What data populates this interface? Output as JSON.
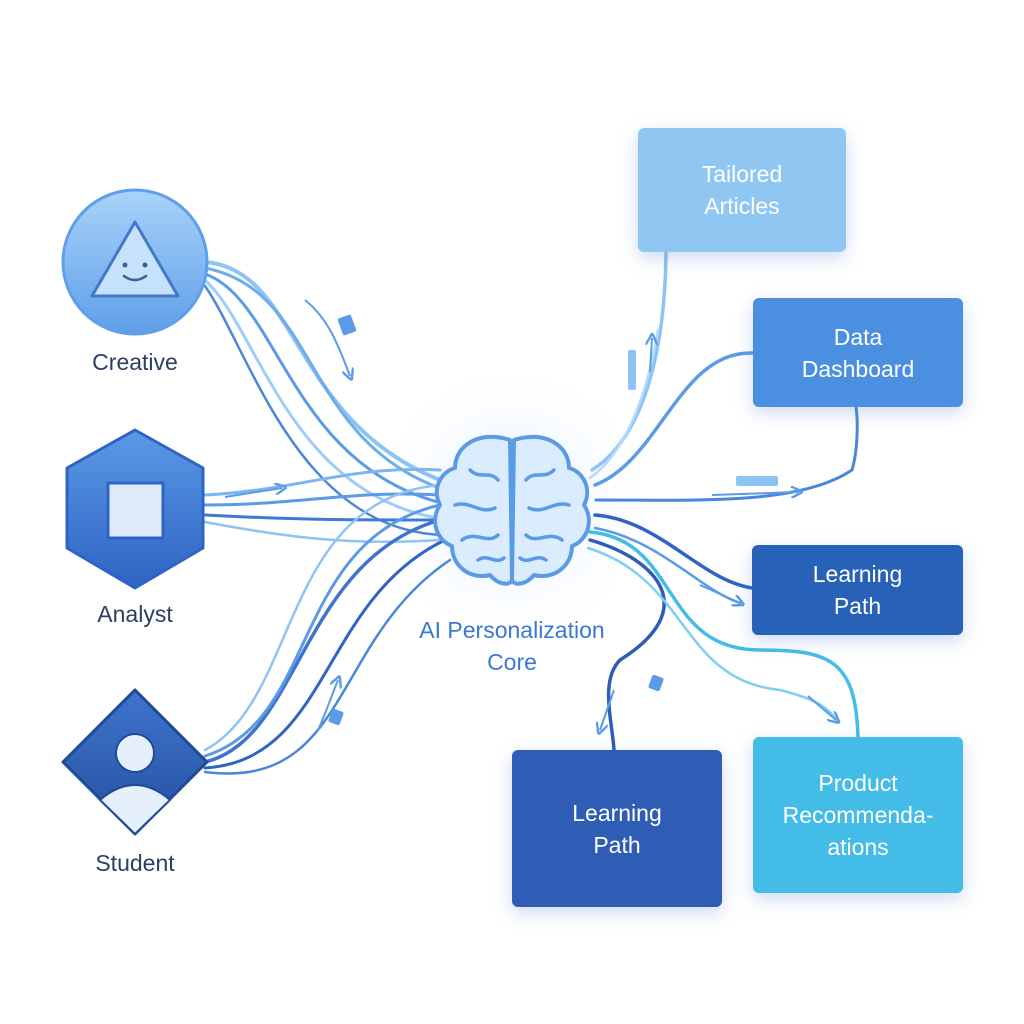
{
  "personas": [
    {
      "label": "Creative",
      "icon": "smiling-triangle-icon"
    },
    {
      "label": "Analyst",
      "icon": "square-icon"
    },
    {
      "label": "Student",
      "icon": "user-silhouette-icon"
    }
  ],
  "core": {
    "label_line1": "AI Personalization",
    "label_line2": "Core",
    "icon": "brain-icon"
  },
  "outputs": [
    {
      "line1": "Tailored",
      "line2": "Articles",
      "line3": "",
      "color": "#8fc6f2",
      "text_color": "#ffffff"
    },
    {
      "line1": "Data",
      "line2": "Dashboard",
      "line3": "",
      "color": "#4a8fe0",
      "text_color": "#ffffff"
    },
    {
      "line1": "Learning",
      "line2": "Path",
      "line3": "",
      "color": "#2862b8",
      "text_color": "#ffffff"
    },
    {
      "line1": "Learning",
      "line2": "Path",
      "line3": "",
      "color": "#2f5cb4",
      "text_color": "#ffffff"
    },
    {
      "line1": "Product",
      "line2": "Recommenda-",
      "line3": "ations",
      "color": "#43bde8",
      "text_color": "#ffffff"
    }
  ],
  "colors": {
    "flow_light": "#8ec3f5",
    "flow_mid": "#5b9be6",
    "flow_dark": "#2f63c4",
    "accent_glow": "#cfe6ff"
  }
}
